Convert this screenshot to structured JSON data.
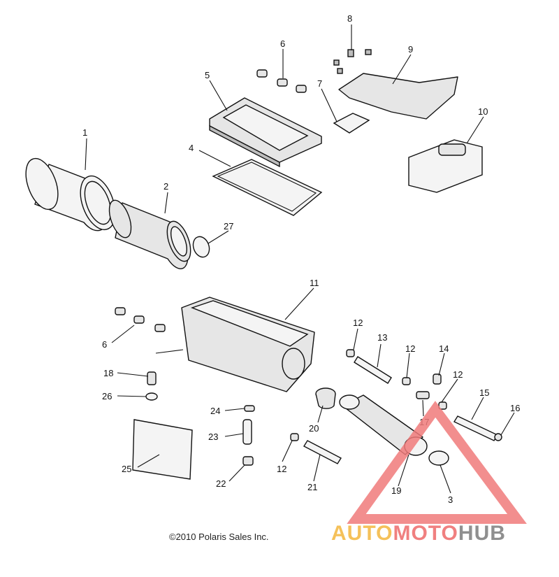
{
  "diagram": {
    "copyright": "©2010 Polaris Sales Inc.",
    "callouts": [
      "1",
      "2",
      "3",
      "4",
      "5",
      "6",
      "6",
      "7",
      "8",
      "9",
      "10",
      "11",
      "12",
      "12",
      "12",
      "12",
      "13",
      "14",
      "15",
      "16",
      "17",
      "18",
      "19",
      "20",
      "21",
      "22",
      "23",
      "24",
      "25",
      "26",
      "27"
    ]
  },
  "watermark": {
    "part1": "AUTO",
    "part2": "MOTO",
    "part3": "HUB",
    "colors": {
      "part1": "#f5c15a",
      "part2": "#f08080",
      "part3": "#8f8f8f",
      "triangle": "#f07a7a"
    }
  }
}
